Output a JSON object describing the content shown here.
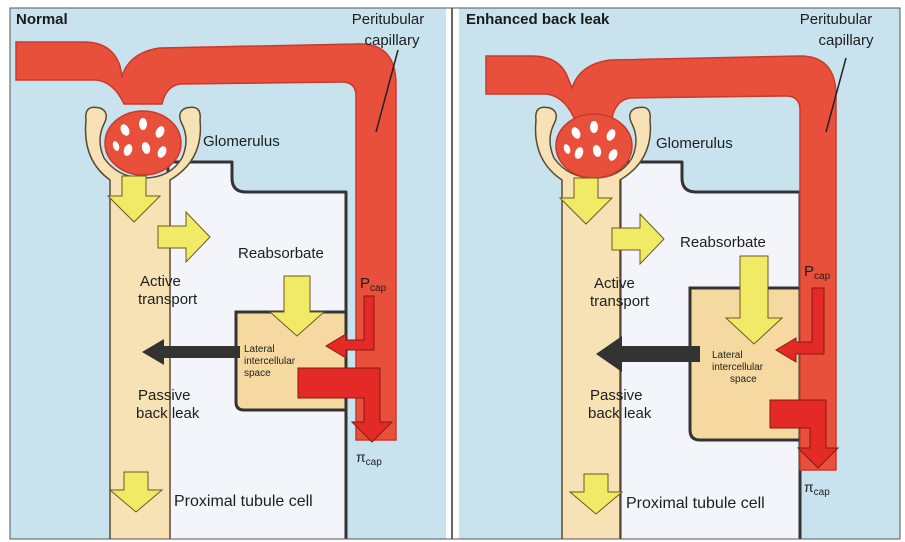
{
  "colors": {
    "background": "#c9e3ee",
    "capillary": "#e8503c",
    "capillary_dark": "#c93a2a",
    "tubule": "#f6e2b5",
    "interstitium": "#f4f4fb",
    "lateral_space": "#f5d9a0",
    "yellow_arrow": "#f1ea66",
    "red_arrow": "#e32a26",
    "dark_arrow": "#333333"
  },
  "panels": [
    {
      "title": "Normal",
      "capillary_label_line1": "Peritubular",
      "capillary_label_line2": "capillary",
      "glomerulus": "Glomerulus",
      "reabsorbate": "Reabsorbate",
      "active_line1": "Active",
      "active_line2": "transport",
      "passive_line1": "Passive",
      "passive_line2": "back leak",
      "lateral_line1": "Lateral",
      "lateral_line2": "intercellular",
      "lateral_line3": "space",
      "p_cap_symbol": "P",
      "p_cap_subscript": "cap",
      "pi_cap_symbol": "π",
      "pi_cap_subscript": "cap",
      "proximal": "Proximal tubule cell"
    },
    {
      "title": "Enhanced back leak",
      "capillary_label_line1": "Peritubular",
      "capillary_label_line2": "capillary",
      "glomerulus": "Glomerulus",
      "reabsorbate": "Reabsorbate",
      "active_line1": "Active",
      "active_line2": "transport",
      "passive_line1": "Passive",
      "passive_line2": "back leak",
      "lateral_line1": "Lateral",
      "lateral_line2": "intercellular",
      "lateral_line3": "space",
      "p_cap_symbol": "P",
      "p_cap_subscript": "cap",
      "pi_cap_symbol": "π",
      "pi_cap_subscript": "cap",
      "proximal": "Proximal tubule cell"
    }
  ]
}
